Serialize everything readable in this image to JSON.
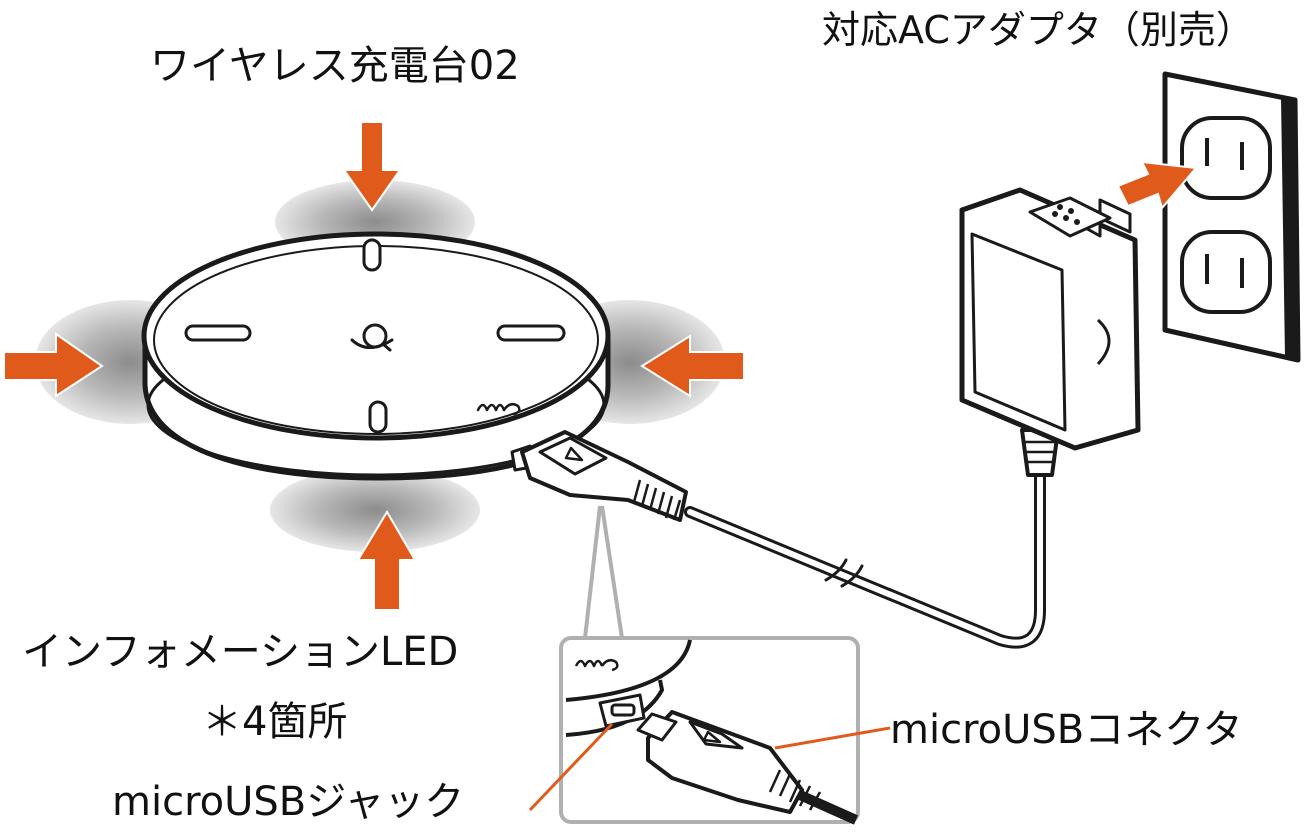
{
  "labels": {
    "charger": "ワイヤレス充電台02",
    "adapter": "対応ACアダプタ（別売）",
    "led_line1": "インフォメーションLED",
    "led_line2": "＊4箇所",
    "connector": "microUSBコネクタ",
    "jack": "microUSBジャック"
  },
  "colors": {
    "arrow": "#e05a1c",
    "outline": "#1a1a1a",
    "glow": "#b5b5b5",
    "callout_box": "#b0b0b0",
    "leader_line": "#e05a1c",
    "device_fill": "#ffffff"
  },
  "icons": [
    "qi-wireless-logo-icon",
    "brand-logo-icon",
    "connector-triangle-icon"
  ]
}
